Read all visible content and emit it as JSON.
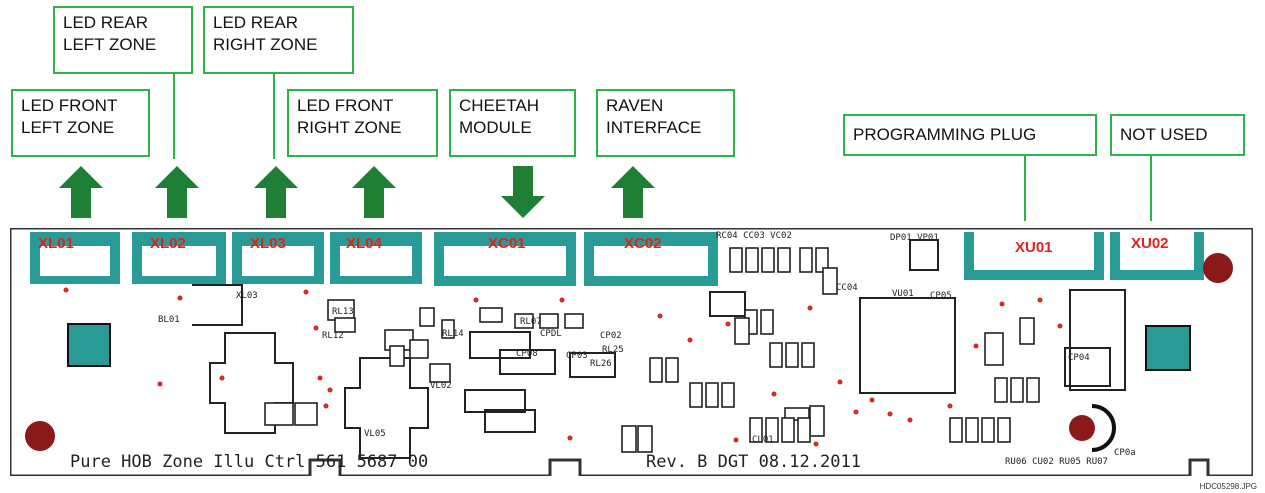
{
  "callouts": {
    "led_front_left": "LED FRONT\nLEFT ZONE",
    "led_rear_left": "LED REAR\nLEFT ZONE",
    "led_rear_right": "LED REAR\nRIGHT ZONE",
    "led_front_right": "LED FRONT\nRIGHT ZONE",
    "cheetah": "CHEETAH\nMODULE",
    "raven": "RAVEN\nINTERFACE",
    "programming": "PROGRAMMING PLUG",
    "not_used": "NOT USED"
  },
  "connectors": {
    "xl01": "XL01",
    "xl02": "XL02",
    "xl03": "XL03",
    "xl04": "XL04",
    "xc01": "XC01",
    "xc02": "XC02",
    "xu01": "XU01",
    "xu02": "XU02"
  },
  "silkscreen": {
    "footer_left": "Pure  HOB  Zone  Illu  Ctrl  561  5687  00",
    "footer_right": "Rev. B  DGT  08.12.2011",
    "bottom_right": "RU06 CU02 RU05 RU07"
  },
  "file_ref": "HDC05298.JPG",
  "colors": {
    "callout_border": "#2eb24a",
    "arrow_fill": "#1e7f35",
    "connector_label": "#e0211b",
    "connector_teal": "#2a9a96",
    "mounting_hole": "#8a1a1a"
  },
  "arrows": [
    {
      "target": "XL01",
      "direction": "up"
    },
    {
      "target": "XL02",
      "direction": "up"
    },
    {
      "target": "XL03",
      "direction": "up"
    },
    {
      "target": "XL04",
      "direction": "up"
    },
    {
      "target": "XC01",
      "direction": "down"
    },
    {
      "target": "XC02",
      "direction": "up"
    }
  ]
}
